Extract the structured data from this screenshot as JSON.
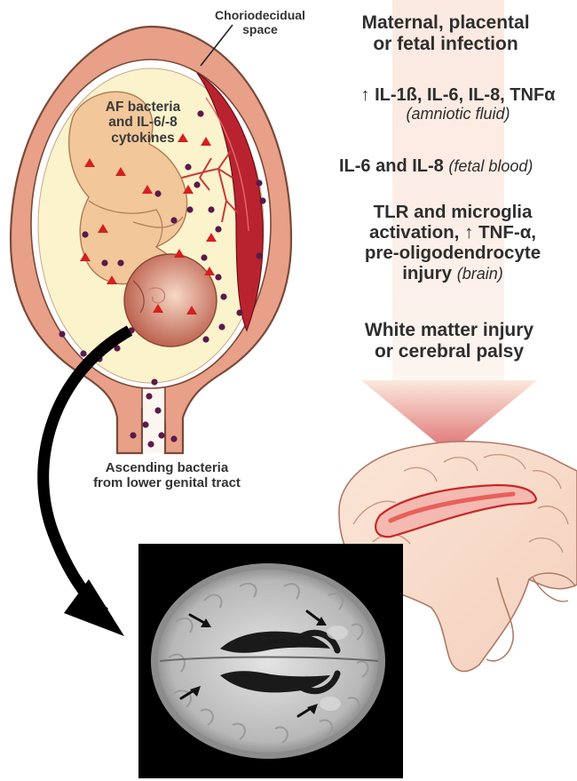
{
  "labels": {
    "choriodecidual": "Choriodecidual space",
    "af_bacteria_line1": "AF bacteria",
    "af_bacteria_line2": "and IL-6/-8",
    "af_bacteria_line3": "cytokines",
    "ascending_line1": "Ascending bacteria",
    "ascending_line2": "from lower genital tract"
  },
  "pathway": {
    "step1_line1": "Maternal, placental",
    "step1_line2": "or fetal infection",
    "step2_main": "↑ IL-1ß, IL-6, IL-8, TNFα",
    "step2_sub": "(amniotic fluid)",
    "step3_main": "IL-6 and IL-8",
    "step3_sub": "(fetal blood)",
    "step4_line1": "TLR and microglia",
    "step4_line2": "activation, ↑ TNF-α,",
    "step4_line3": "pre-oligodendrocyte",
    "step4_line4_main": "injury",
    "step4_line4_sub": "(brain)",
    "step5_line1": "White matter injury",
    "step5_line2": "or cerebral palsy"
  },
  "colors": {
    "uterus_wall": "#e8a088",
    "uterus_outline": "#7a4a3a",
    "amniotic_fluid": "#fbf3cc",
    "fetus_skin": "#f2c79a",
    "placenta": "#b8232f",
    "bacteria_dot": "#5a1a4a",
    "cytokine_triangle": "#d42020",
    "arrow_gradient_top": "#f7d9c8",
    "arrow_gradient_bottom": "#e07a78",
    "lesion": "#d42a2a",
    "mri_background": "#000000"
  }
}
